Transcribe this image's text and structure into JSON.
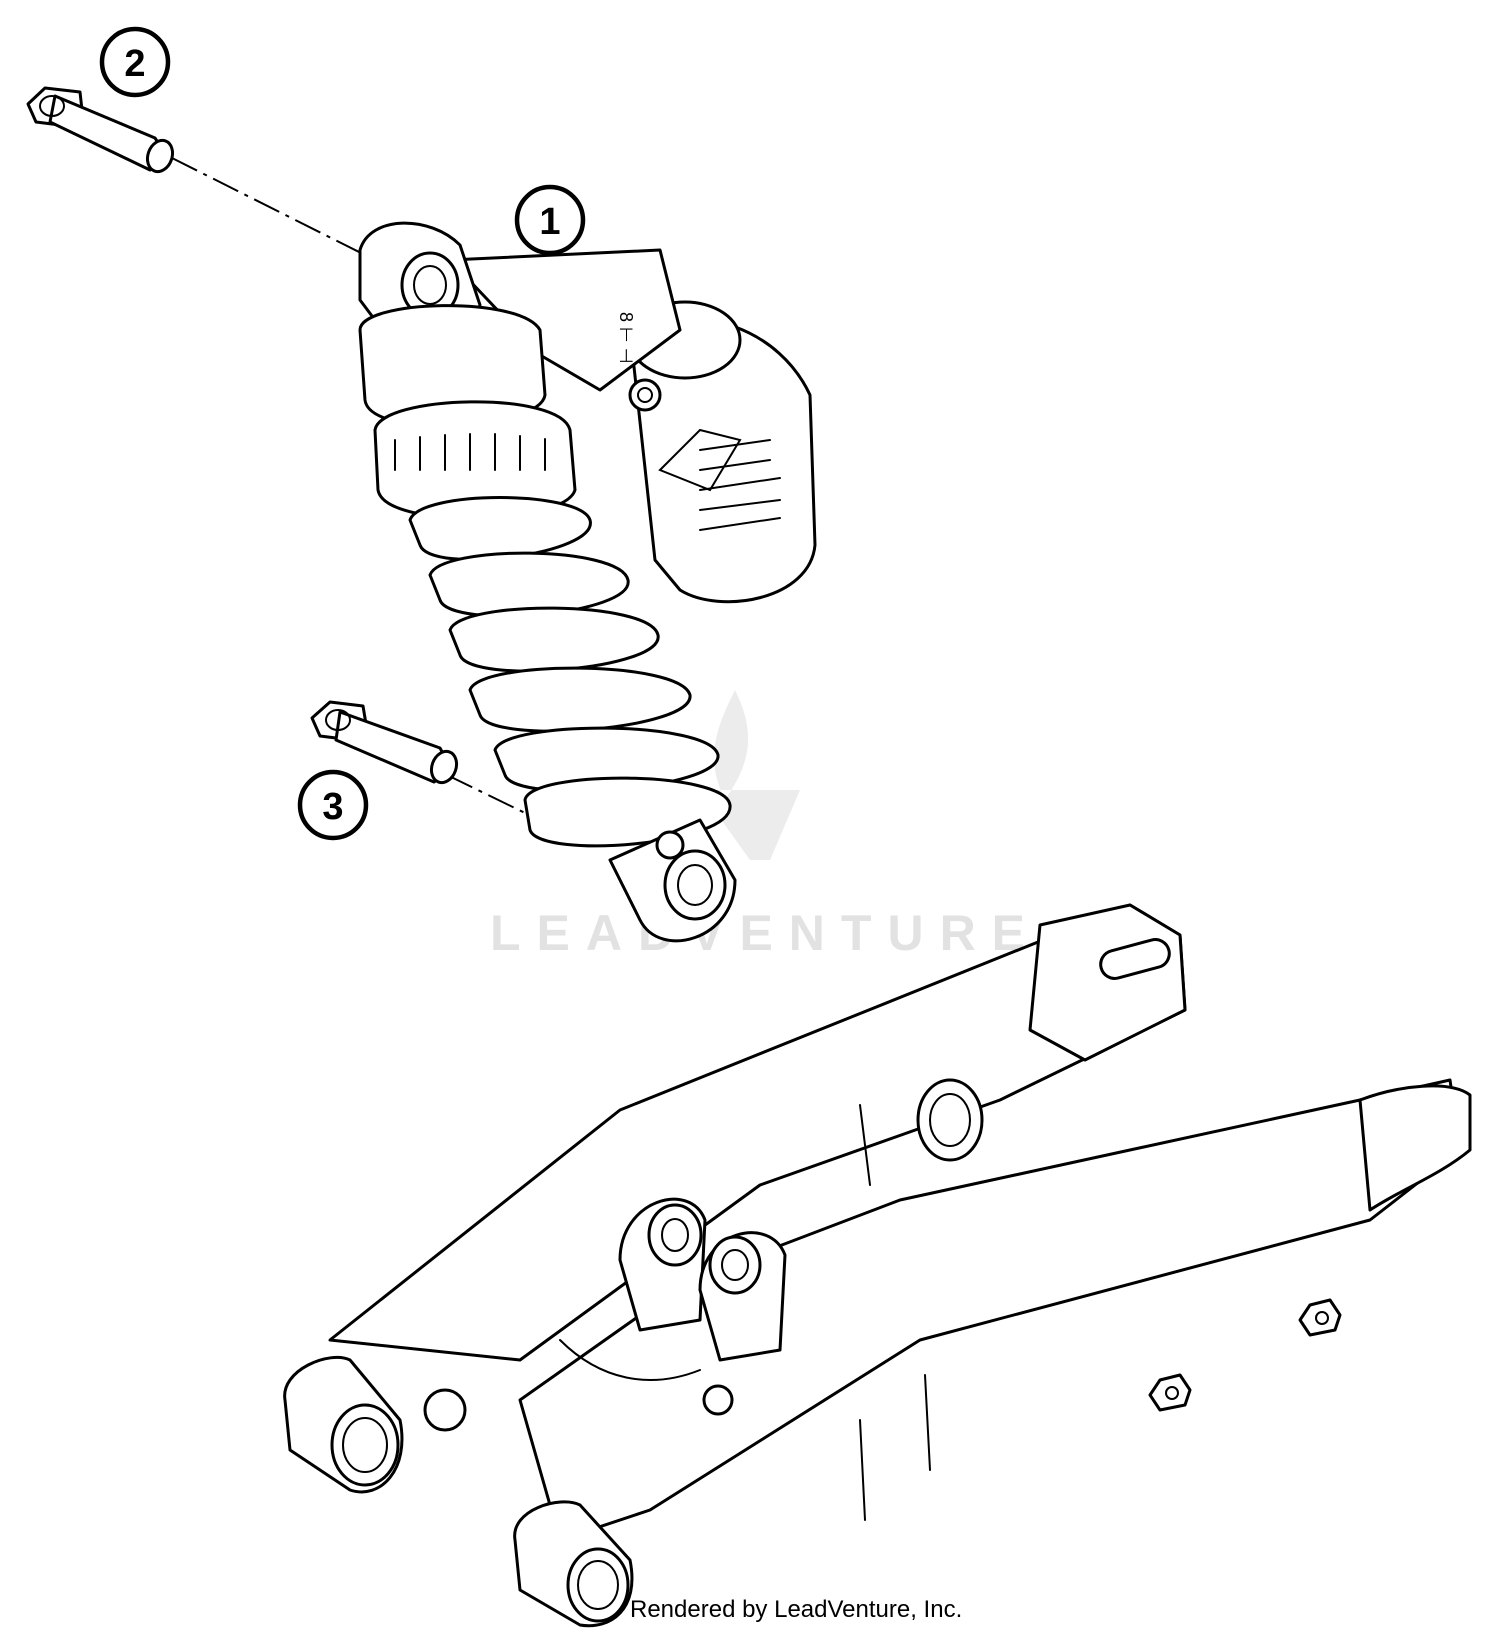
{
  "callouts": [
    {
      "id": "shock-absorber",
      "label": "1"
    },
    {
      "id": "upper-bolt",
      "label": "2"
    },
    {
      "id": "lower-bolt",
      "label": "3"
    }
  ],
  "watermark": {
    "text": "LEADVENTURE",
    "color": "#e2e2e2"
  },
  "credit": "Rendered by LeadVenture, Inc.",
  "colors": {
    "line": "#000000",
    "background": "#ffffff"
  }
}
